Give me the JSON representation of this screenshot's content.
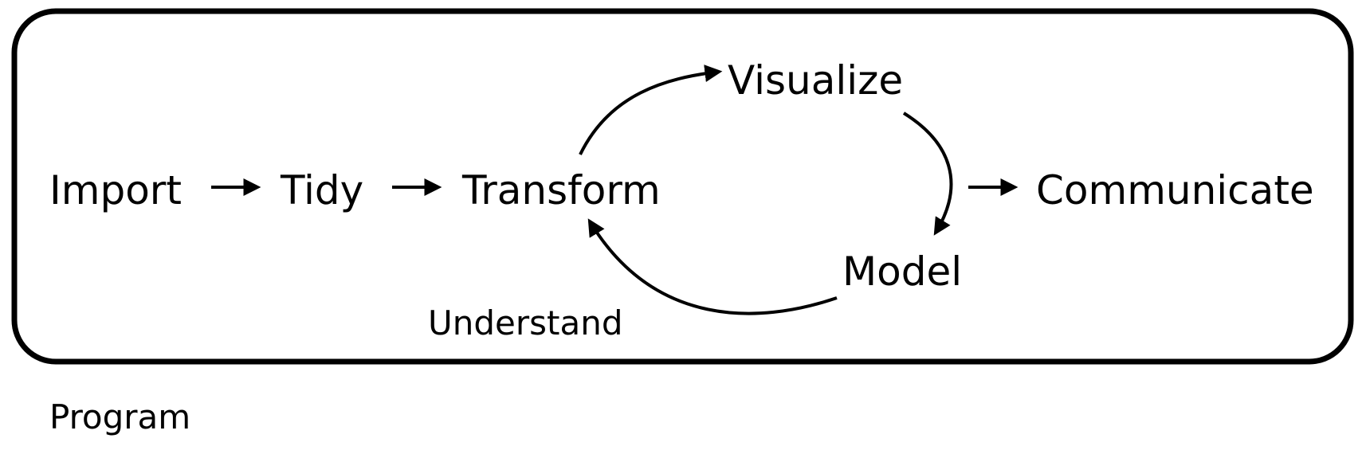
{
  "diagram": {
    "nodes": {
      "import": "Import",
      "tidy": "Tidy",
      "transform": "Transform",
      "visualize": "Visualize",
      "model": "Model",
      "communicate": "Communicate"
    },
    "loop_label": "Understand",
    "frame_label": "Program"
  },
  "colors": {
    "ink": "#000000",
    "background": "#ffffff"
  }
}
